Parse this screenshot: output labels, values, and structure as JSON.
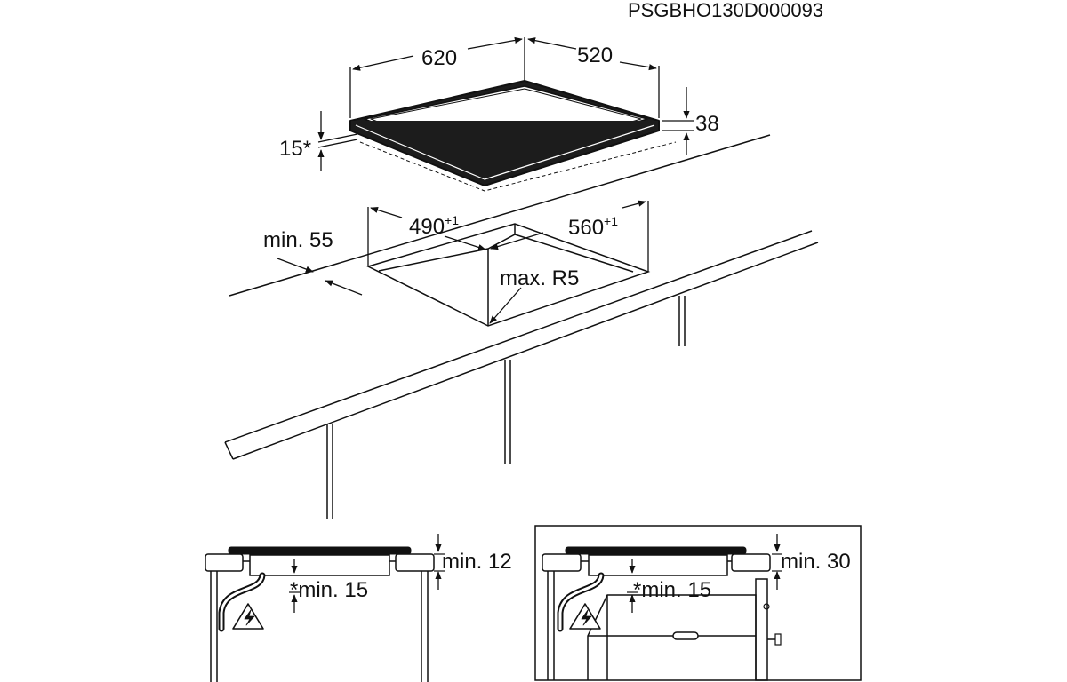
{
  "document_code": "PSGBHO130D000093",
  "hob": {
    "width": "620",
    "depth": "520",
    "height": "38",
    "underside": "15*"
  },
  "cutout": {
    "width": "490",
    "width_tolerance": "+1",
    "depth": "560",
    "depth_tolerance": "+1",
    "edge_distance": "min. 55",
    "corner_radius": "max. R5"
  },
  "detail_left": {
    "top_gap": "min. 12",
    "bottom_clearance": "*min. 15"
  },
  "detail_right": {
    "top_gap": "min. 30",
    "bottom_clearance": "*min. 15"
  },
  "colors": {
    "line": "#111111",
    "hob_frame": "#1a1a1a",
    "background": "#ffffff"
  },
  "icons": [
    "electric-hazard-icon",
    "arrowhead-icon"
  ]
}
